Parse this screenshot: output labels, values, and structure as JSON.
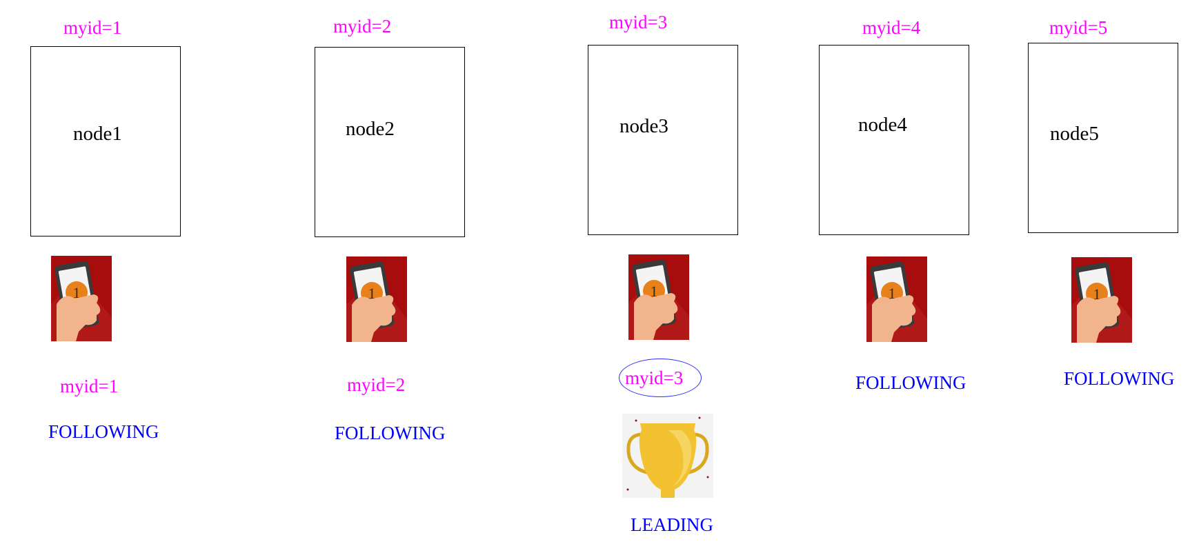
{
  "nodes": [
    {
      "myid_label": "myid=1",
      "name": "node1",
      "vote_label": "myid=1",
      "state": "FOLLOWING"
    },
    {
      "myid_label": "myid=2",
      "name": "node2",
      "vote_label": "myid=2",
      "state": "FOLLOWING"
    },
    {
      "myid_label": "myid=3",
      "name": "node3",
      "vote_label": "myid=3",
      "state": "LEADING"
    },
    {
      "myid_label": "myid=4",
      "name": "node4",
      "state": "FOLLOWING"
    },
    {
      "myid_label": "myid=5",
      "name": "node5",
      "state": "FOLLOWING"
    }
  ],
  "vote_card_number": "1",
  "colors": {
    "myid": "#ff00ff",
    "state": "#0000ff",
    "vote_card_bg": "#a80d0d",
    "coin": "#e8801c",
    "trophy": "#f2c230"
  },
  "icons": {
    "vote_card": "hand-holding-phone-icon",
    "leader": "trophy-icon"
  }
}
